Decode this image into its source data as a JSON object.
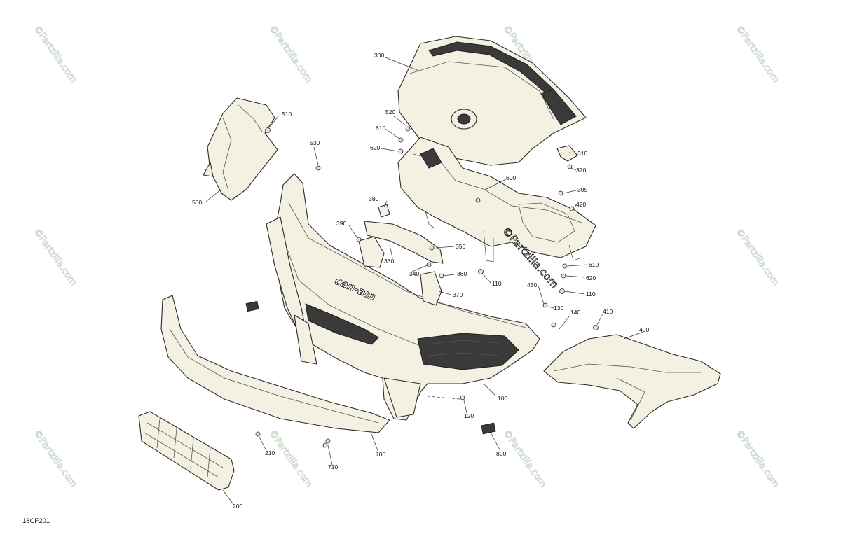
{
  "diagram": {
    "code": "18CF201",
    "watermark": "©Partzilla.com",
    "brand_mark": "can-am",
    "callouts": [
      {
        "id": "c300",
        "label": "300"
      },
      {
        "id": "c310",
        "label": "310"
      },
      {
        "id": "c320",
        "label": "320"
      },
      {
        "id": "c510",
        "label": "510"
      },
      {
        "id": "c520",
        "label": "520"
      },
      {
        "id": "c610a",
        "label": "610"
      },
      {
        "id": "c620a",
        "label": "620"
      },
      {
        "id": "c530",
        "label": "530"
      },
      {
        "id": "c500",
        "label": "500"
      },
      {
        "id": "c600",
        "label": "600"
      },
      {
        "id": "c305",
        "label": "305"
      },
      {
        "id": "c420",
        "label": "420"
      },
      {
        "id": "c380",
        "label": "380"
      },
      {
        "id": "c390",
        "label": "390"
      },
      {
        "id": "c350",
        "label": "350"
      },
      {
        "id": "c330",
        "label": "330"
      },
      {
        "id": "c340",
        "label": "340"
      },
      {
        "id": "c360",
        "label": "360"
      },
      {
        "id": "c370",
        "label": "370"
      },
      {
        "id": "c110a",
        "label": "110"
      },
      {
        "id": "c610b",
        "label": "610"
      },
      {
        "id": "c620b",
        "label": "620"
      },
      {
        "id": "c430",
        "label": "430"
      },
      {
        "id": "c110b",
        "label": "110"
      },
      {
        "id": "c130",
        "label": "130"
      },
      {
        "id": "c140",
        "label": "140"
      },
      {
        "id": "c410",
        "label": "410"
      },
      {
        "id": "c400",
        "label": "400"
      },
      {
        "id": "c100",
        "label": "100"
      },
      {
        "id": "c120",
        "label": "120"
      },
      {
        "id": "c800",
        "label": "800"
      },
      {
        "id": "c700",
        "label": "700"
      },
      {
        "id": "c210",
        "label": "210"
      },
      {
        "id": "c710",
        "label": "710"
      },
      {
        "id": "c200",
        "label": "200"
      }
    ]
  }
}
